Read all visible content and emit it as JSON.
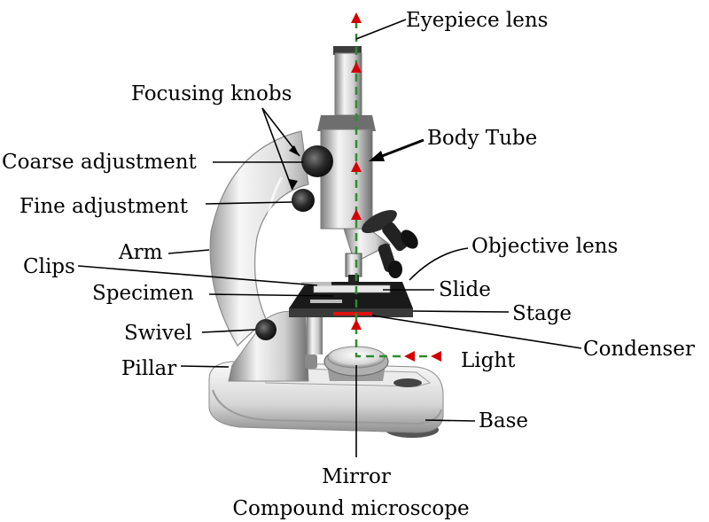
{
  "labels": {
    "eyepiece_lens": "Eyepiece lens",
    "focusing_knobs": "Focusing knobs",
    "body_tube": "Body Tube",
    "coarse_adjustment": "Coarse adjustment",
    "fine_adjustment": "Fine adjustment",
    "arm": "Arm",
    "objective_lens": "Objective lens",
    "clips": "Clips",
    "slide": "Slide",
    "specimen": "Specimen",
    "stage": "Stage",
    "swivel": "Swivel",
    "condenser": "Condenser",
    "pillar": "Pillar",
    "light": "Light",
    "base": "Base",
    "mirror": "Mirror"
  },
  "caption": "Compound microscope",
  "colors": {
    "light_path": "#2e8b2e",
    "arrow": "#d40000",
    "condenser_mark": "#e01010",
    "stage": "#1a1a1a",
    "metal_light": "#f2f2f2",
    "metal_dark": "#8a8a8a"
  }
}
